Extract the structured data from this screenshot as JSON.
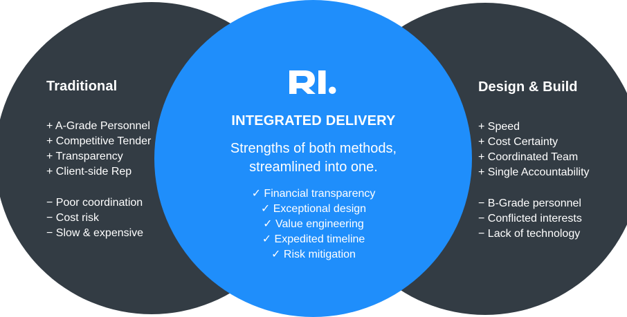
{
  "left": {
    "title": "Traditional",
    "pros": [
      "+ A-Grade Personnel",
      "+ Competitive Tender",
      "+ Transparency",
      "+ Client-side Rep"
    ],
    "cons": [
      "− Poor coordination",
      "− Cost risk",
      "− Slow & expensive"
    ]
  },
  "center": {
    "logo_text": "RI.",
    "title": "INTEGRATED DELIVERY",
    "tagline_line1": "Strengths of both methods,",
    "tagline_line2": "streamlined into one.",
    "benefits": [
      "✓ Financial transparency",
      "✓ Exceptional design",
      "✓ Value engineering",
      "✓ Expedited timeline",
      "✓ Risk mitigation"
    ]
  },
  "right": {
    "title": "Design & Build",
    "pros": [
      "+ Speed",
      "+ Cost Certainty",
      "+ Coordinated Team",
      "+ Single Accountability"
    ],
    "cons": [
      "− B-Grade personnel",
      "− Conflicted interests",
      "− Lack of technology"
    ]
  },
  "colors": {
    "dark_circle": "#333c44",
    "center_circle": "#1f8efb",
    "text": "#ffffff"
  }
}
